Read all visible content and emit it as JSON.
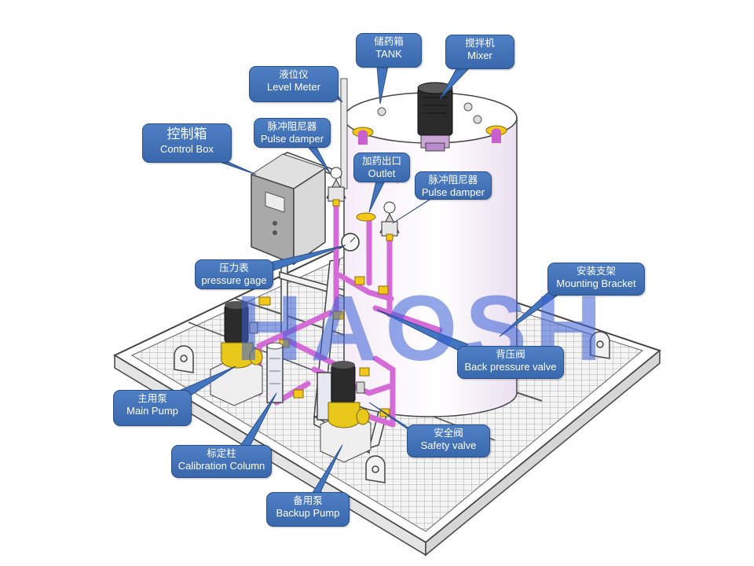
{
  "watermark": "HAOSH",
  "callouts": {
    "tank": {
      "zh": "储药箱",
      "en": "TANK"
    },
    "mixer": {
      "zh": "搅拌机",
      "en": "Mixer"
    },
    "level_meter": {
      "zh": "液位仪",
      "en": "Level Meter"
    },
    "control_box": {
      "zh": "控制箱",
      "en": "Control Box"
    },
    "pulse_damper_left": {
      "zh": "脉冲阻尼器",
      "en": "Pulse damper"
    },
    "outlet": {
      "zh": "加药出口",
      "en": "Outlet"
    },
    "pulse_damper_right": {
      "zh": "脉冲阻尼器",
      "en": "Pulse damper"
    },
    "pressure_gage": {
      "zh": "压力表",
      "en": "pressure gage"
    },
    "mounting_bracket": {
      "zh": "安装支架",
      "en": "Mounting Bracket"
    },
    "back_pressure_valve": {
      "zh": "背压阀",
      "en": "Back pressure valve"
    },
    "main_pump": {
      "zh": "主用泵",
      "en": "Main Pump"
    },
    "calibration_column": {
      "zh": "标定柱",
      "en": "Calibration Column"
    },
    "safety_valve": {
      "zh": "安全阀",
      "en": "Safety valve"
    },
    "backup_pump": {
      "zh": "备用泵",
      "en": "Backup Pump"
    }
  },
  "colors": {
    "callout_fill": "#4276bf",
    "pipe": "#d46bd6",
    "pump_body": "#e8c81a",
    "motor": "#2b2b2b",
    "watermark": "#3a5fd6"
  }
}
